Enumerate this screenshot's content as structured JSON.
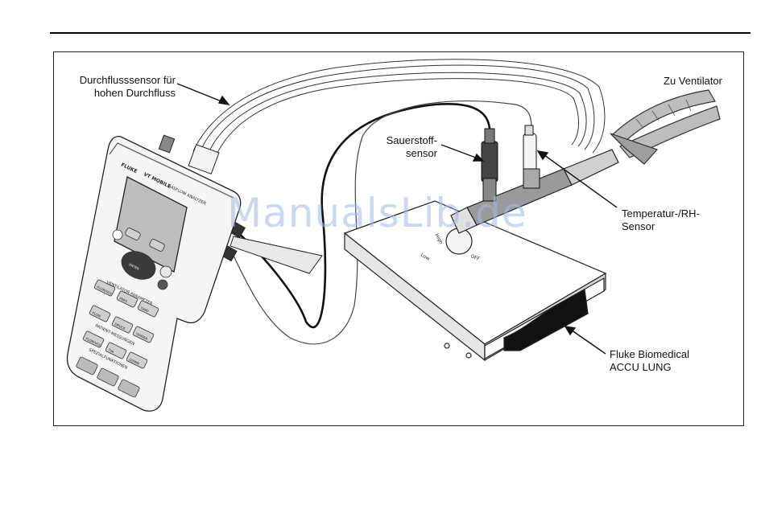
{
  "labels": {
    "durchfluss": "Durchflusssensor für\nhohen Durchfluss",
    "zu_ventilator": "Zu Ventilator",
    "sauerstoff": "Sauerstoff-\nsensor",
    "temperatur": "Temperatur-/RH-\nSensor",
    "accu_lung": "Fluke Biomedical\nACCU LUNG"
  },
  "device": {
    "brand": "FLUKE",
    "model": "VT MOBILE",
    "subtitle": "GASFLOW ANALYZER",
    "menu_title": "VENTILATOR-PARAMETER",
    "menu_title2": "PATIENT-MESSUNGEN",
    "menu_title3": "SPEZIALFUNKTIONEN",
    "enter": "ENTER",
    "keys_row1": [
      "FLOW/VOL",
      "PRES",
      "TEMP"
    ],
    "keys_row2": [
      "FLOW",
      "DRUCK",
      "TEMPER"
    ],
    "keys_row3": [
      "FLOW/VOL",
      "TVe",
      "O2MIN"
    ],
    "keys_row4": [
      "",
      "",
      ""
    ]
  },
  "lung": {
    "port_labels": [
      "High",
      "Low",
      "OFF"
    ]
  },
  "watermark": "ManualsLib.de"
}
